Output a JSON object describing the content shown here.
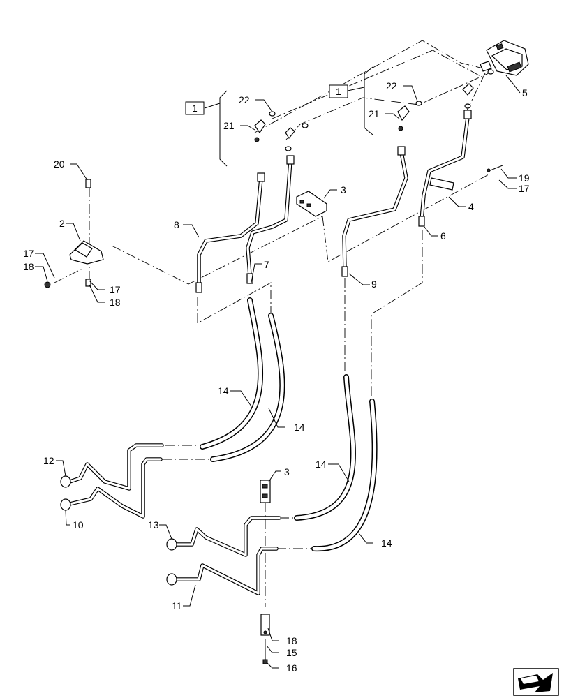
{
  "callouts": {
    "c1": "1",
    "c2": "1",
    "c3": "3",
    "c4": "3",
    "c5": "2",
    "c6": "4",
    "c7": "5",
    "c8": "6",
    "c9": "7",
    "c10": "8",
    "c11": "9",
    "c12": "10",
    "c13": "11",
    "c14": "12",
    "c15": "13",
    "c16": "14",
    "c17": "14",
    "c18": "14",
    "c19": "14",
    "c20": "15",
    "c21": "16",
    "c22": "17",
    "c23": "17",
    "c24": "17",
    "c25": "18",
    "c26": "18",
    "c27": "18",
    "c28": "19",
    "c29": "20",
    "c30": "21",
    "c31": "21",
    "c32": "22",
    "c33": "22"
  },
  "icons": {
    "nav": "next-page-arrow-icon"
  }
}
